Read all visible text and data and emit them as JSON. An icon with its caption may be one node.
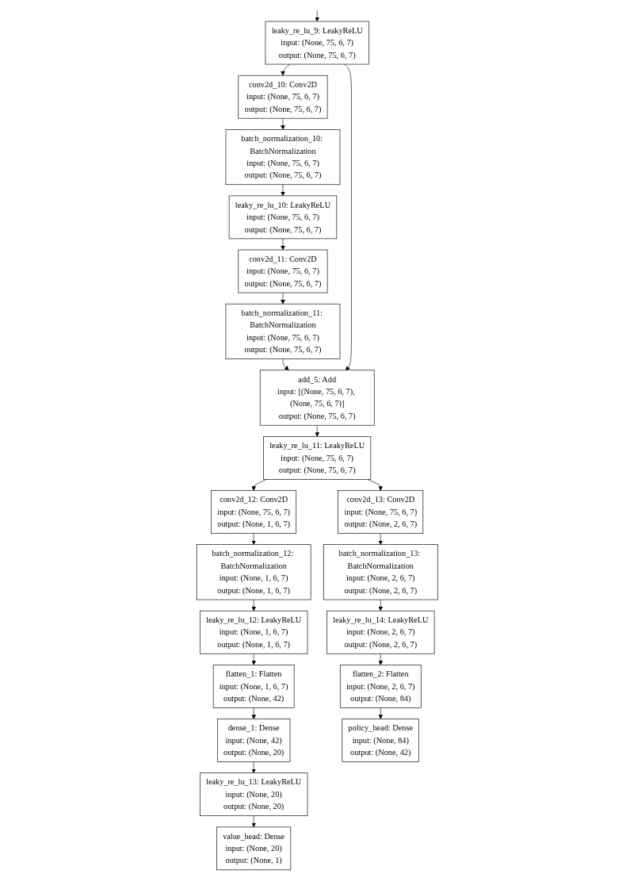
{
  "diagram": {
    "nodes": [
      {
        "text": [
          "leaky_re_lu_9: LeakyReLU",
          "input:",
          "(None, 75, 6, 7)",
          "output:",
          "(None, 75, 6, 7)"
        ]
      },
      {
        "text": [
          "conv2d_10: Conv2D",
          "input:",
          "(None, 75, 6, 7)",
          "output:",
          "(None, 75, 6, 7)"
        ]
      },
      {
        "text": [
          "batch_normalization_10: BatchNormalization",
          "input:",
          "(None, 75, 6, 7)",
          "output:",
          "(None, 75, 6, 7)"
        ]
      },
      {
        "text": [
          "leaky_re_lu_10: LeakyReLU",
          "input:",
          "(None, 75, 6, 7)",
          "output:",
          "(None, 75, 6, 7)"
        ]
      },
      {
        "text": [
          "conv2d_11: Conv2D",
          "input:",
          "(None, 75, 6, 7)",
          "output:",
          "(None, 75, 6, 7)"
        ]
      },
      {
        "text": [
          "batch_normalization_11: BatchNormalization",
          "input:",
          "(None, 75, 6, 7)",
          "output:",
          "(None, 75, 6, 7)"
        ]
      },
      {
        "text": [
          "add_5: Add",
          "input:",
          "[(None, 75, 6, 7), (None, 75, 6, 7)]",
          "output:",
          "(None, 75, 6, 7)"
        ]
      },
      {
        "text": [
          "leaky_re_lu_11: LeakyReLU",
          "input:",
          "(None, 75, 6, 7)",
          "output:",
          "(None, 75, 6, 7)"
        ]
      },
      {
        "text": [
          "conv2d_12: Conv2D",
          "input:",
          "(None, 75, 6, 7)",
          "output:",
          "(None, 1, 6, 7)"
        ]
      },
      {
        "text": [
          "conv2d_13: Conv2D",
          "input:",
          "(None, 75, 6, 7)",
          "output:",
          "(None, 2, 6, 7)"
        ]
      },
      {
        "text": [
          "batch_normalization_12: BatchNormalization",
          "input:",
          "(None, 1, 6, 7)",
          "output:",
          "(None, 1, 6, 7)"
        ]
      },
      {
        "text": [
          "batch_normalization_13: BatchNormalization",
          "input:",
          "(None, 2, 6, 7)",
          "output:",
          "(None, 2, 6, 7)"
        ]
      },
      {
        "text": [
          "leaky_re_lu_12: LeakyReLU",
          "input:",
          "(None, 1, 6, 7)",
          "output:",
          "(None, 1, 6, 7)"
        ]
      },
      {
        "text": [
          "leaky_re_lu_14: LeakyReLU",
          "input:",
          "(None, 2, 6, 7)",
          "output:",
          "(None, 2, 6, 7)"
        ]
      },
      {
        "text": [
          "flatten_1: Flatten",
          "input:",
          "(None, 1, 6, 7)",
          "output:",
          "(None, 42)"
        ]
      },
      {
        "text": [
          "flatten_2: Flatten",
          "input:",
          "(None, 2, 6, 7)",
          "output:",
          "(None, 84)"
        ]
      },
      {
        "text": [
          "dense_1: Dense",
          "input:",
          "(None, 42)",
          "output:",
          "(None, 20)"
        ]
      },
      {
        "text": [
          "policy_head: Dense",
          "input:",
          "(None, 84)",
          "output:",
          "(None, 42)"
        ]
      },
      {
        "text": [
          "leaky_re_lu_13: LeakyReLU",
          "input:",
          "(None, 20)",
          "output:",
          "(None, 20)"
        ]
      },
      {
        "text": [
          "value_head: Dense",
          "input:",
          "(None, 20)",
          "output:",
          "(None, 1)"
        ]
      }
    ],
    "edges": [
      {
        "from": null,
        "to": 0,
        "arrow": "to"
      },
      {
        "from": 0,
        "to": 1,
        "arrow": "to"
      },
      {
        "from": 1,
        "to": 2,
        "arrow": "to"
      },
      {
        "from": 2,
        "to": 3,
        "arrow": "to"
      },
      {
        "from": 3,
        "to": 4,
        "arrow": "to"
      },
      {
        "from": 4,
        "to": 5,
        "arrow": "to"
      },
      {
        "from": 5,
        "to": 6,
        "arrow": "to"
      },
      {
        "from": 0,
        "to": 6,
        "arrow": "to"
      },
      {
        "from": 6,
        "to": 7,
        "arrow": "to"
      },
      {
        "from": 7,
        "to": 8,
        "arrow": "to"
      },
      {
        "from": 7,
        "to": 9,
        "arrow": "to"
      },
      {
        "from": 8,
        "to": 10,
        "arrow": "to"
      },
      {
        "from": 9,
        "to": 11,
        "arrow": "to"
      },
      {
        "from": 10,
        "to": 12,
        "arrow": "to"
      },
      {
        "from": 11,
        "to": 13,
        "arrow": "to"
      },
      {
        "from": 12,
        "to": 14,
        "arrow": "to"
      },
      {
        "from": 13,
        "to": 15,
        "arrow": "to"
      },
      {
        "from": 14,
        "to": 16,
        "arrow": "to"
      },
      {
        "from": 15,
        "to": 17,
        "arrow": "to"
      },
      {
        "from": 16,
        "to": 18,
        "arrow": "to"
      },
      {
        "from": 18,
        "to": 19,
        "arrow": "to"
      }
    ]
  }
}
